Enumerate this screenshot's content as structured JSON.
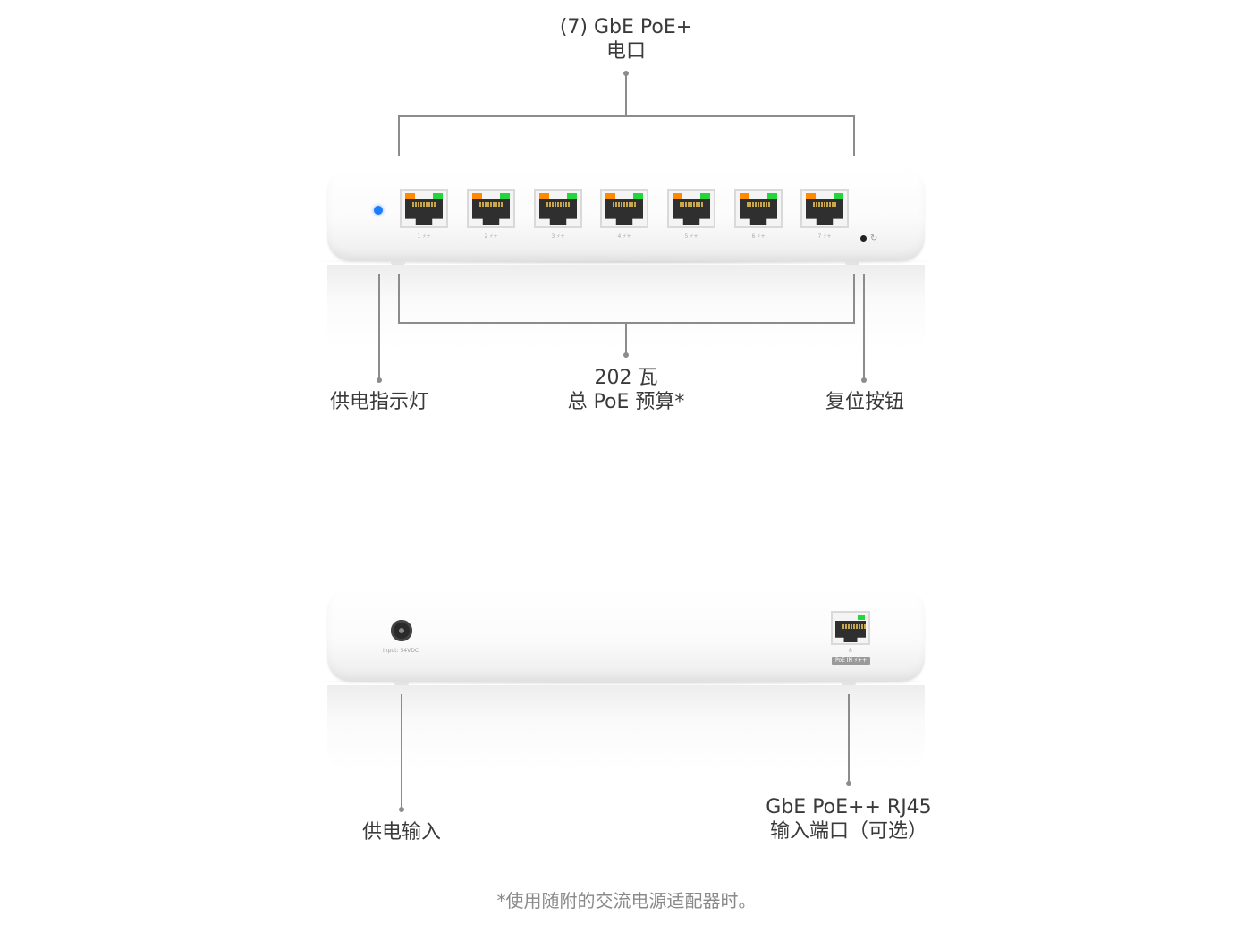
{
  "front_view": {
    "top_label": {
      "line1": "(7) GbE PoE+",
      "line2": "电口"
    },
    "budget_label": {
      "line1": "202 瓦",
      "line2": "总 PoE 预算*"
    },
    "power_led_label": "供电指示灯",
    "reset_label": "复位按钮",
    "ports": [
      {
        "number": "1"
      },
      {
        "number": "2"
      },
      {
        "number": "3"
      },
      {
        "number": "4"
      },
      {
        "number": "5"
      },
      {
        "number": "6"
      },
      {
        "number": "7"
      }
    ],
    "port_suffix": "⚡+",
    "reset_icon": "↻",
    "colors": {
      "power_led": "#1a7cff",
      "port_led_left": "#ff8a00",
      "port_led_right": "#22d63b"
    }
  },
  "rear_view": {
    "power_input_label": "供电输入",
    "poe_in_label": {
      "line1": "GbE PoE++ RJ45",
      "line2": "输入端口（可选）"
    },
    "input_text": "Input: 54VDC",
    "port_number": "8",
    "poe_in_badge": "PoE IN ⚡++"
  },
  "footnote": "*使用随附的交流电源适配器时。"
}
